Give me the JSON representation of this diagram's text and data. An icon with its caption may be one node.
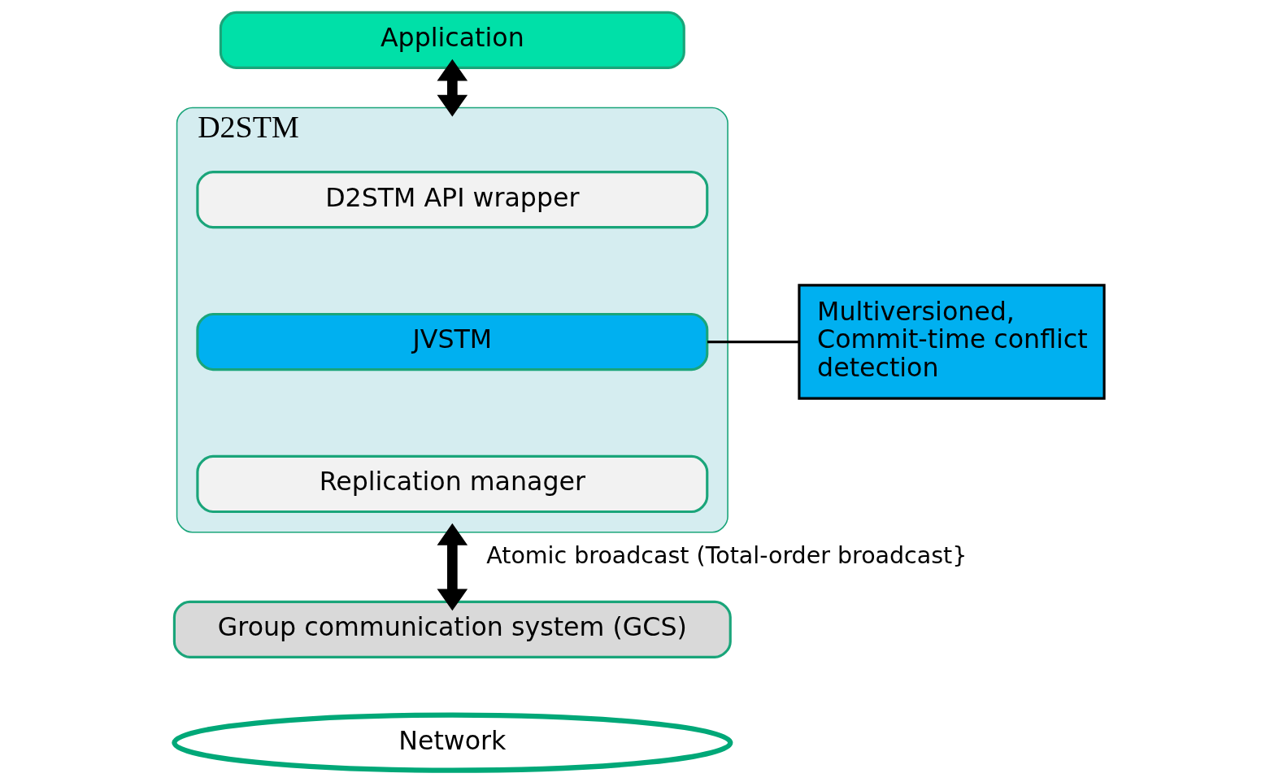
{
  "diagram": {
    "nodes": [
      {
        "text": [
          "Application"
        ]
      },
      {
        "text": [
          "D2STM"
        ]
      },
      {
        "text": [
          "D2STM API wrapper"
        ],
        "in": 1
      },
      {
        "text": [
          "JVSTM"
        ],
        "in": 1
      },
      {
        "text": [
          "Replication manager"
        ],
        "in": 1
      },
      {
        "text": [
          "Multiversioned, Commit-time conflict detection"
        ]
      },
      {
        "text": [
          "Group communication system (GCS)"
        ]
      },
      {
        "text": [
          "Network"
        ]
      }
    ],
    "edges": [
      {
        "from": 0,
        "to": 1,
        "arrow": "both"
      },
      {
        "from": 5,
        "to": 3,
        "arrow": "none"
      },
      {
        "from": 1,
        "to": 6,
        "arrow": "both",
        "label": "Atomic broadcast (Total-order broadcast}"
      }
    ]
  }
}
